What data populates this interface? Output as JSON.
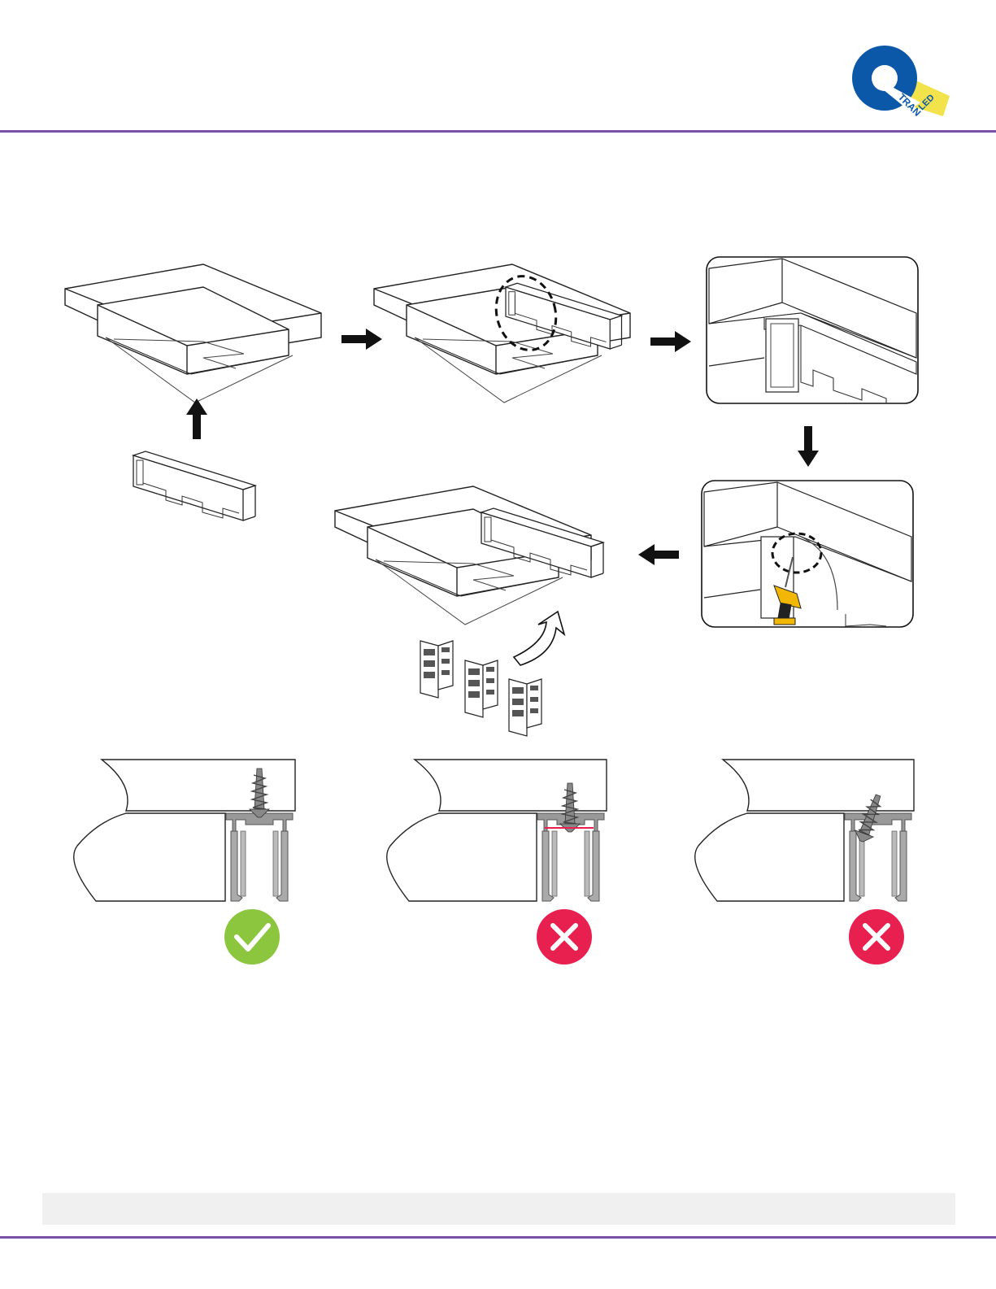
{
  "brand": {
    "logo_letter": "Q",
    "logo_word1": "TRAN",
    "logo_word2": "LED",
    "primary_color": "#0b57a8",
    "accent_color": "#f2e34c",
    "rule_color": "#7b52a8"
  },
  "steps": [
    {
      "id": "ceiling-plain",
      "icon": "ceiling-icon"
    },
    {
      "id": "ceiling-with-channel-circled",
      "icon": "ceiling-icon"
    },
    {
      "id": "channel-closeup",
      "icon": "channel-closeup-icon"
    },
    {
      "id": "drill-closeup",
      "icon": "drill-icon"
    },
    {
      "id": "ceiling-with-clips",
      "icon": "ceiling-icon"
    },
    {
      "id": "channel-part",
      "icon": "channel-icon"
    },
    {
      "id": "clips-group",
      "icon": "clip-icon"
    }
  ],
  "arrows": [
    "right",
    "right",
    "down",
    "left",
    "up",
    "curved-up"
  ],
  "examples": [
    {
      "id": "correct",
      "status": "correct",
      "icon": "check-icon",
      "color": "#8cc63f"
    },
    {
      "id": "incorrect-1",
      "status": "incorrect",
      "icon": "x-icon",
      "color": "#e8204f"
    },
    {
      "id": "incorrect-2",
      "status": "incorrect",
      "icon": "x-icon",
      "color": "#e8204f"
    }
  ]
}
